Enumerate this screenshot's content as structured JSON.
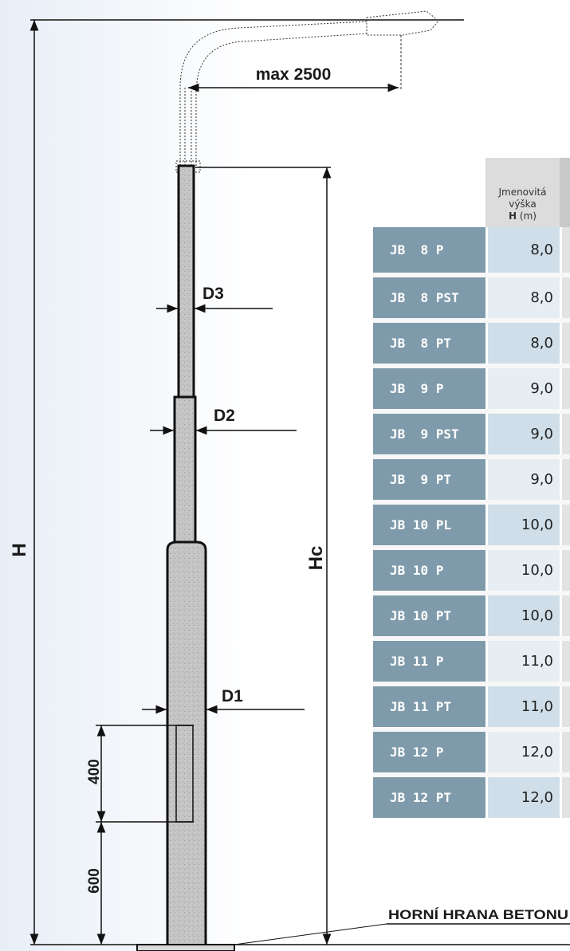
{
  "diagram": {
    "labels": {
      "max_arm": "max 2500",
      "total_height": "H",
      "above_ground_height": "Hc",
      "diameter_top": "D3",
      "diameter_middle": "D2",
      "diameter_bottom": "D1",
      "door_height": "400",
      "door_offset": "600",
      "concrete_edge": "HORNÍ HRANA BETONU"
    }
  },
  "table": {
    "header": {
      "line1": "Jmenovitá",
      "line2": "výška",
      "unit_symbol": "H",
      "unit": "(m)"
    },
    "rows": [
      {
        "type": "JB  8 P",
        "height": "8,0"
      },
      {
        "type": "JB  8 PST",
        "height": "8,0"
      },
      {
        "type": "JB  8 PT",
        "height": "8,0"
      },
      {
        "type": "JB  9 P",
        "height": "9,0"
      },
      {
        "type": "JB  9 PST",
        "height": "9,0"
      },
      {
        "type": "JB  9 PT",
        "height": "9,0"
      },
      {
        "type": "JB 10 PL",
        "height": "10,0"
      },
      {
        "type": "JB 10 P",
        "height": "10,0"
      },
      {
        "type": "JB 10 PT",
        "height": "10,0"
      },
      {
        "type": "JB 11 P",
        "height": "11,0"
      },
      {
        "type": "JB 11 PT",
        "height": "11,0"
      },
      {
        "type": "JB 12 P",
        "height": "12,0"
      },
      {
        "type": "JB 12 PT",
        "height": "12,0"
      }
    ]
  },
  "colors": {
    "table_type_bg": "#7f9bab",
    "table_value_bg": "#cfdee8",
    "pole_fill": "#bdbdbd",
    "line": "#111111"
  }
}
